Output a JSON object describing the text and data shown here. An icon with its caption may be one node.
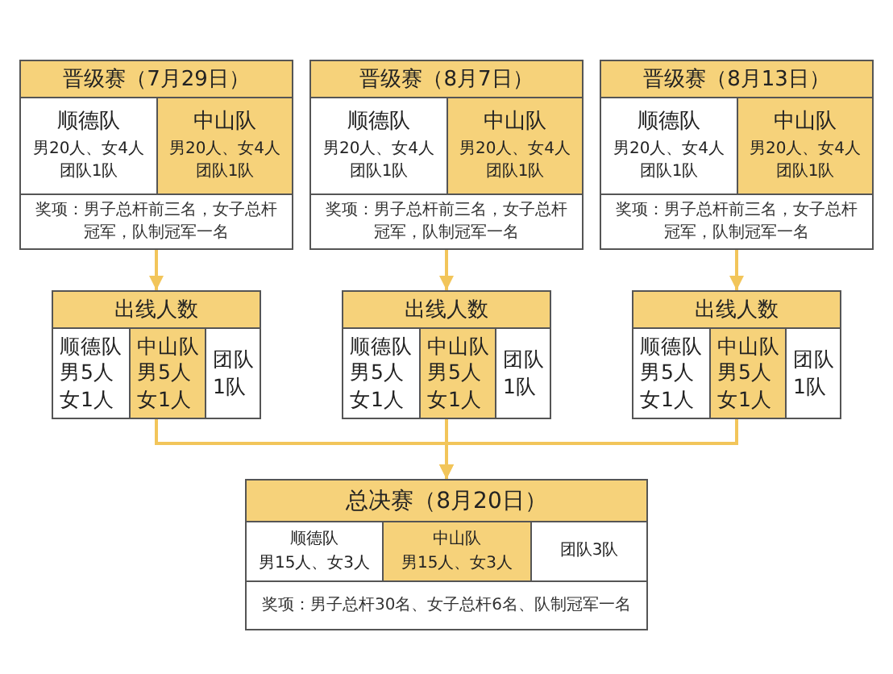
{
  "diagram": {
    "nodes": [
      {
        "text": [
          "晋级赛（7月29日）",
          "奖项：男子总杆前三名，女子总杆冠军，队制冠军一名"
        ]
      },
      {
        "text": [
          "顺德队",
          "男20人、女4人",
          "团队1队"
        ],
        "in": 0
      },
      {
        "text": [
          "中山队",
          "男20人、女4人",
          "团队1队"
        ],
        "in": 0
      },
      {
        "text": [
          "晋级赛（8月7日）",
          "奖项：男子总杆前三名，女子总杆冠军，队制冠军一名"
        ]
      },
      {
        "text": [
          "顺德队",
          "男20人、女4人",
          "团队1队"
        ],
        "in": 3
      },
      {
        "text": [
          "中山队",
          "男20人、女4人",
          "团队1队"
        ],
        "in": 3
      },
      {
        "text": [
          "晋级赛（8月13日）",
          "奖项：男子总杆前三名，女子总杆冠军，队制冠军一名"
        ]
      },
      {
        "text": [
          "顺德队",
          "男20人、女4人",
          "团队1队"
        ],
        "in": 6
      },
      {
        "text": [
          "中山队",
          "男20人、女4人",
          "团队1队"
        ],
        "in": 6
      },
      {
        "text": [
          "出线人数"
        ]
      },
      {
        "text": [
          "顺德队",
          "男5人",
          "女1人"
        ],
        "in": 9
      },
      {
        "text": [
          "中山队",
          "男5人",
          "女1人"
        ],
        "in": 9
      },
      {
        "text": [
          "团队",
          "1队"
        ],
        "in": 9
      },
      {
        "text": [
          "出线人数"
        ]
      },
      {
        "text": [
          "顺德队",
          "男5人",
          "女1人"
        ],
        "in": 13
      },
      {
        "text": [
          "中山队",
          "男5人",
          "女1人"
        ],
        "in": 13
      },
      {
        "text": [
          "团队",
          "1队"
        ],
        "in": 13
      },
      {
        "text": [
          "出线人数"
        ]
      },
      {
        "text": [
          "顺德队",
          "男5人",
          "女1人"
        ],
        "in": 17
      },
      {
        "text": [
          "中山队",
          "男5人",
          "女1人"
        ],
        "in": 17
      },
      {
        "text": [
          "团队",
          "1队"
        ],
        "in": 17
      },
      {
        "text": [
          "总决赛（8月20日）",
          "奖项：男子总杆30名、女子总杆6名、队制冠军一名"
        ]
      },
      {
        "text": [
          "顺德队",
          "男15人、女3人"
        ],
        "in": 21
      },
      {
        "text": [
          "中山队",
          "男15人、女3人"
        ],
        "in": 21
      },
      {
        "text": [
          "团队3队"
        ],
        "in": 21
      }
    ],
    "edges": [
      {
        "from": 0,
        "to": 9,
        "arrow": "to"
      },
      {
        "from": 3,
        "to": 13,
        "arrow": "to"
      },
      {
        "from": 6,
        "to": 17,
        "arrow": "to"
      },
      {
        "from": 9,
        "to": 21,
        "arrow": "to"
      },
      {
        "from": 13,
        "to": 21,
        "arrow": "to"
      },
      {
        "from": 17,
        "to": 21,
        "arrow": "to"
      }
    ]
  }
}
